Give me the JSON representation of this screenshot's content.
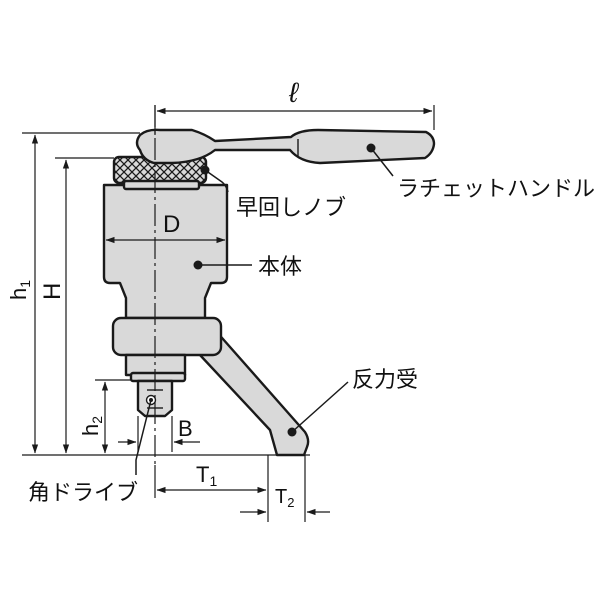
{
  "labels": {
    "ratchet_handle": "ラチェットハンドル",
    "speed_knob": "早回しノブ",
    "body": "本体",
    "reaction_arm": "反力受",
    "square_drive": "角ドライブ"
  },
  "dimensions": {
    "l": "ℓ",
    "D": "D",
    "h1_main": "h",
    "h1_sub": "1",
    "H": "H",
    "h2_main": "h",
    "h2_sub": "2",
    "B": "B",
    "T1_main": "T",
    "T1_sub": "1",
    "T2_main": "T",
    "T2_sub": "2"
  }
}
